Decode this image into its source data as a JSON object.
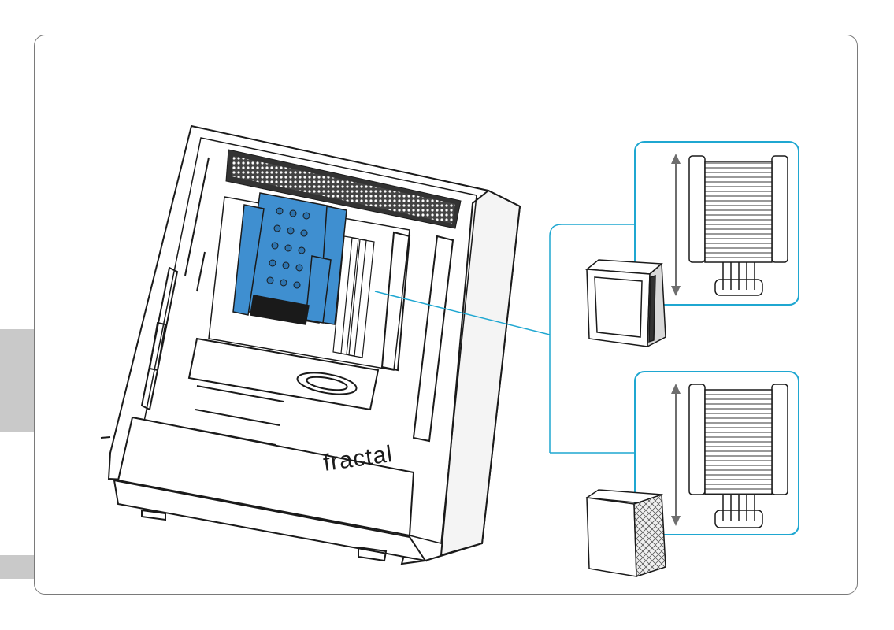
{
  "case": {
    "brand_text": "fractal"
  },
  "colors": {
    "accent": "#1fa7d1",
    "cooler_blue": "#3f8fd0",
    "frame": "#7a7a7a",
    "tab": "#c9c9c9"
  },
  "callouts": [
    {
      "id": "top",
      "description_icon": "tower-cooler-with-tall-arrow-icon",
      "case_icon": "case-front-view-icon"
    },
    {
      "id": "bottom",
      "description_icon": "tower-cooler-with-tall-arrow-icon",
      "case_icon": "case-side-view-icon"
    }
  ]
}
